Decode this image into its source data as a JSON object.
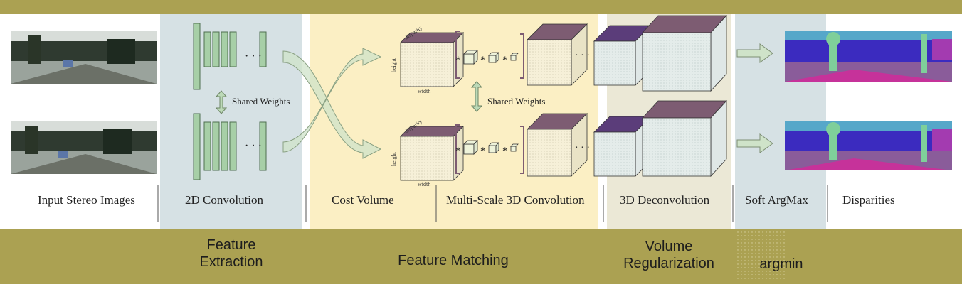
{
  "stages": {
    "input": "Input Stereo Images",
    "conv2d": "2D Convolution",
    "cost_volume": "Cost Volume",
    "ms3d": "Multi-Scale 3D Convolution",
    "deconv3d": "3D Deconvolution",
    "soft_argmax": "Soft ArgMax",
    "disparities": "Disparities"
  },
  "labels": {
    "shared_weights_2d": "Shared Weights",
    "shared_weights_3d": "Shared Weights",
    "axis_disparity": "disparity",
    "axis_height": "height",
    "axis_width": "width",
    "ellipsis": "· · ·",
    "op_star": "*"
  },
  "bands": {
    "feature_extraction_l1": "Feature",
    "feature_extraction_l2": "Extraction",
    "feature_matching": "Feature Matching",
    "volume_reg_l1": "Volume",
    "volume_reg_l2": "Regularization",
    "argmin": "argmin"
  },
  "colors": {
    "frame": "#aba152",
    "feature_extraction_bg": "#d6e1e4",
    "feature_matching_bg": "#fbefc4",
    "volume_reg_bg": "#ebe8d6",
    "argmin_bg": "#d6e1e4",
    "cube_top": "#7d5c72",
    "cube_front": "#f7f2d8",
    "cube_side": "#e3eceb",
    "feature_bar": "#a7cfa7",
    "arrow": "#bcd9b7"
  }
}
